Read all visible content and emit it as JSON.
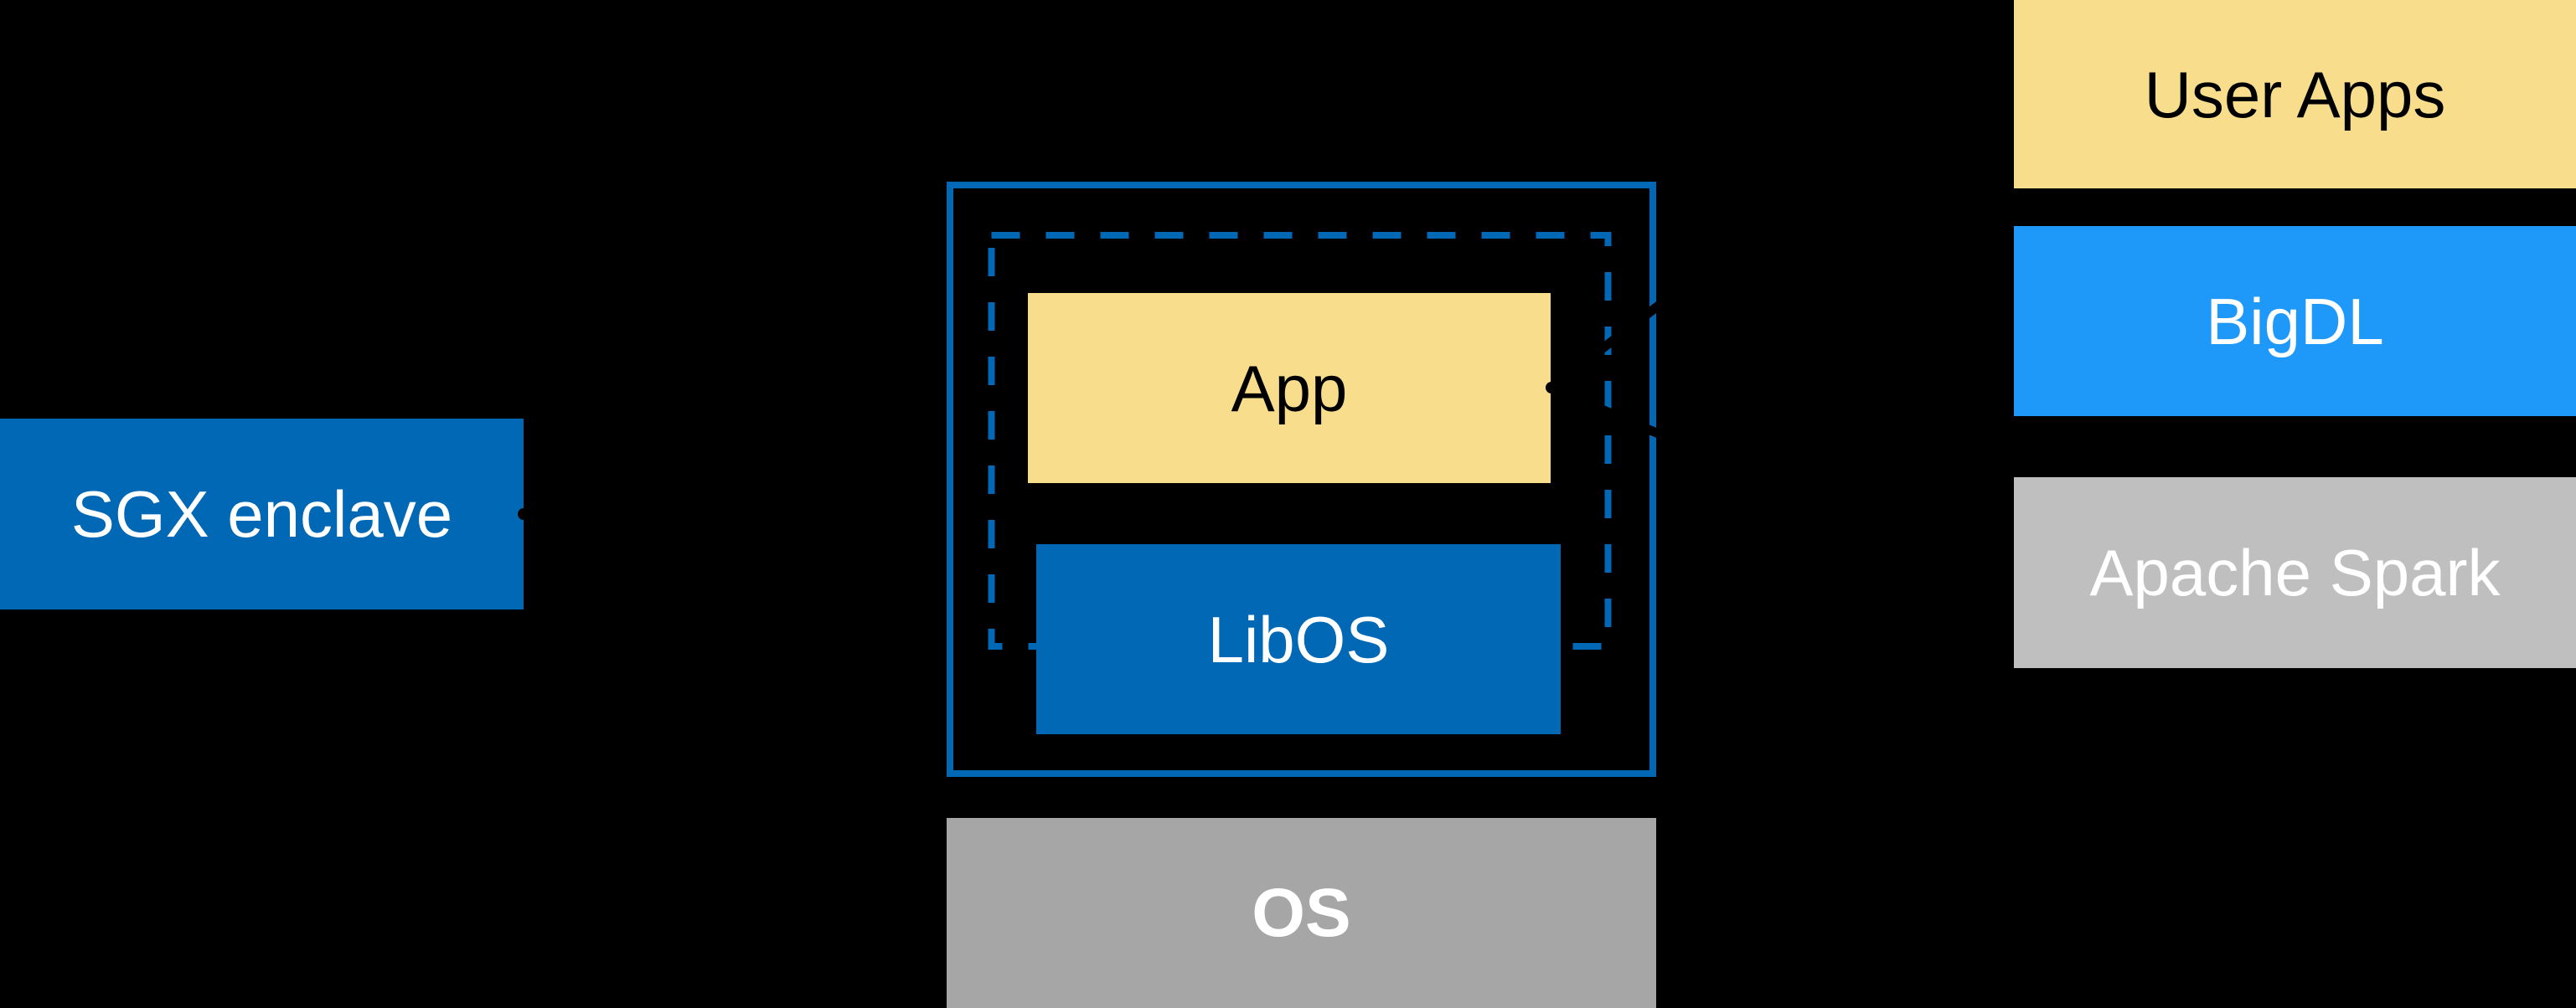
{
  "diagram": {
    "background": "#000000",
    "sgx_box": {
      "label": "SGX enclave",
      "color": "#0068B5",
      "text_color": "#FFFFFF"
    },
    "enclave_group": {
      "border_color": "#0068B5",
      "dashed_border_color": "#0068B5",
      "app": {
        "label": "App",
        "color": "#F8DD8C",
        "text_color": "#000000"
      },
      "libos": {
        "label": "LibOS",
        "color": "#0068B5",
        "text_color": "#FFFFFF"
      }
    },
    "os_box": {
      "label": "OS",
      "color": "#A6A6A6",
      "text_color": "#FFFFFF"
    },
    "stack": {
      "user_apps": {
        "label": "User Apps",
        "color": "#F8DD8C",
        "text_color": "#000000"
      },
      "bigdl": {
        "label": "BigDL",
        "color": "#1E99FA",
        "text_color": "#FFFFFF"
      },
      "spark": {
        "label": "Apache Spark",
        "color": "#BFBFBF",
        "text_color": "#FFFFFF"
      }
    },
    "connector_color": "#000000"
  }
}
